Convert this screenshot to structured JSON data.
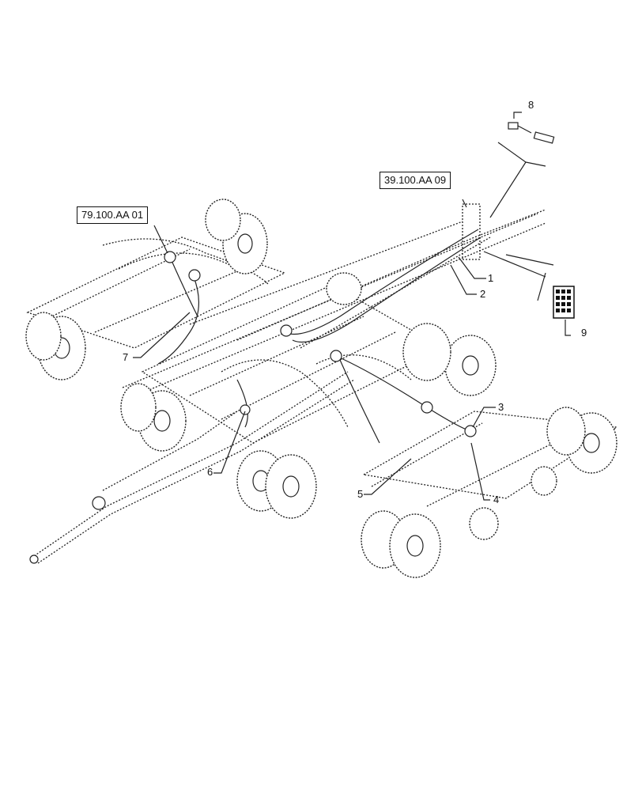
{
  "references": [
    {
      "id": "ref-79-100-aa-01",
      "text": "79.100.AA 01"
    },
    {
      "id": "ref-39-100-aa-09",
      "text": "39.100.AA 09"
    }
  ],
  "callouts": [
    "1",
    "2",
    "3",
    "4",
    "5",
    "6",
    "7",
    "8",
    "9"
  ]
}
